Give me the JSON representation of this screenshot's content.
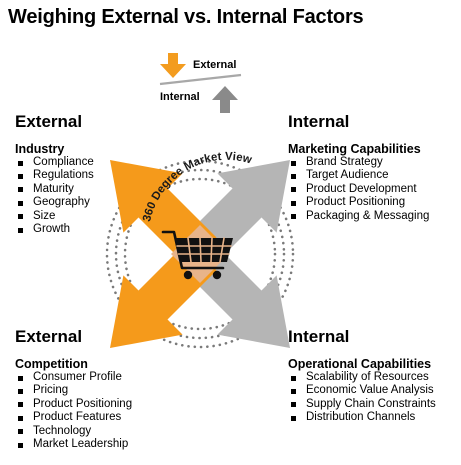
{
  "title": "Weighing External vs. Internal Factors",
  "scale": {
    "external_label": "External",
    "internal_label": "Internal",
    "down_arrow_color": "#f39c1f",
    "up_arrow_color": "#8a8a8a"
  },
  "center": {
    "arc_text": "360 Degree Market View",
    "icon": "shopping-cart-icon"
  },
  "colors": {
    "external_arrow": "#f59a1b",
    "internal_arrow": "#b5b5b5",
    "overlap": "#e8b48a",
    "dots": "#7a7a7a"
  },
  "quadrants": {
    "top_left": {
      "heading": "External",
      "subheading": "Industry",
      "items": [
        "Compliance",
        "Regulations",
        "Maturity",
        "Geography",
        "Size",
        "Growth"
      ]
    },
    "top_right": {
      "heading": "Internal",
      "subheading": "Marketing Capabilities",
      "items": [
        "Brand Strategy",
        "Target Audience",
        "Product Development",
        "Product Positioning",
        "Packaging & Messaging"
      ]
    },
    "bottom_left": {
      "heading": "External",
      "subheading": "Competition",
      "items": [
        "Consumer Profile",
        "Pricing",
        "Product Positioning",
        "Product Features",
        "Technology",
        "Market Leadership"
      ]
    },
    "bottom_right": {
      "heading": "Internal",
      "subheading": "Operational Capabilities",
      "items": [
        "Scalability of Resources",
        "Economic Value Analysis",
        "Supply Chain Constraints",
        "Distribution Channels"
      ]
    }
  }
}
